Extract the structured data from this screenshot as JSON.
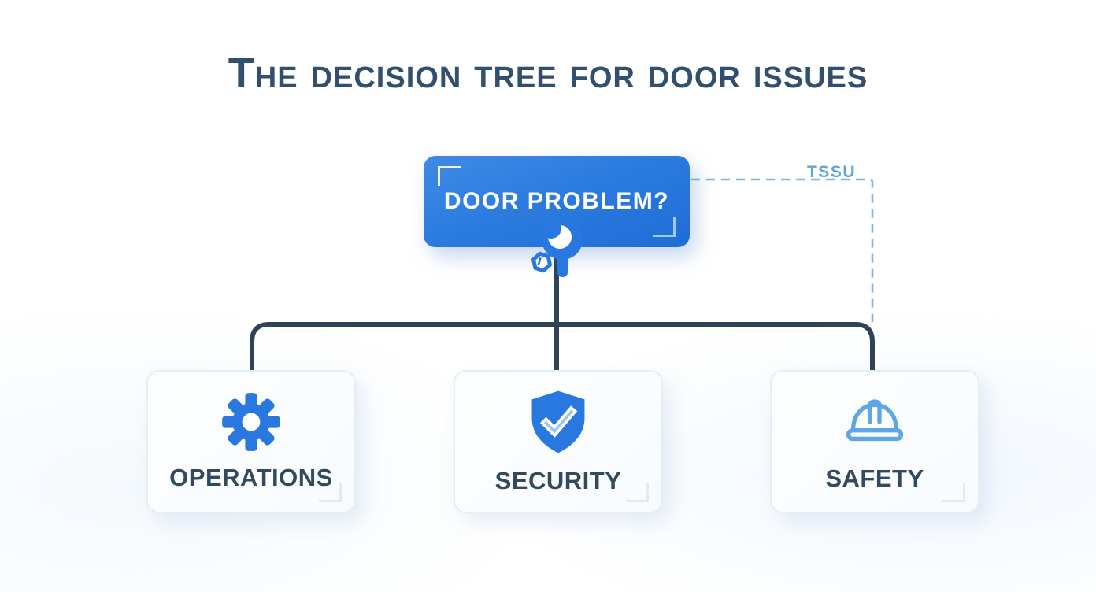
{
  "title": "The Decision Tree For Door Issues",
  "diagram": {
    "root": {
      "label": "DOOR PROBLEM?",
      "icon": "wrench-icon"
    },
    "annotation": {
      "label": "TSSU"
    },
    "children": [
      {
        "label": "OPERATIONS",
        "icon": "gear-icon"
      },
      {
        "label": "SECURITY",
        "icon": "shield-check-icon"
      },
      {
        "label": "SAFETY",
        "icon": "hard-hat-icon"
      }
    ]
  },
  "colors": {
    "title_text": "#31506F",
    "root_box_top": "#3F8AE6",
    "root_box_bottom": "#1F6CD6",
    "root_text": "#FFFFFF",
    "connector": "#2E4356",
    "dashed_connector": "#7CB5E6",
    "annotation_text": "#5FA3DE",
    "card_border": "#E6EEF5",
    "card_text": "#33495F",
    "icon_blue": "#2878DF",
    "icon_light_blue": "#5EA6E6"
  }
}
